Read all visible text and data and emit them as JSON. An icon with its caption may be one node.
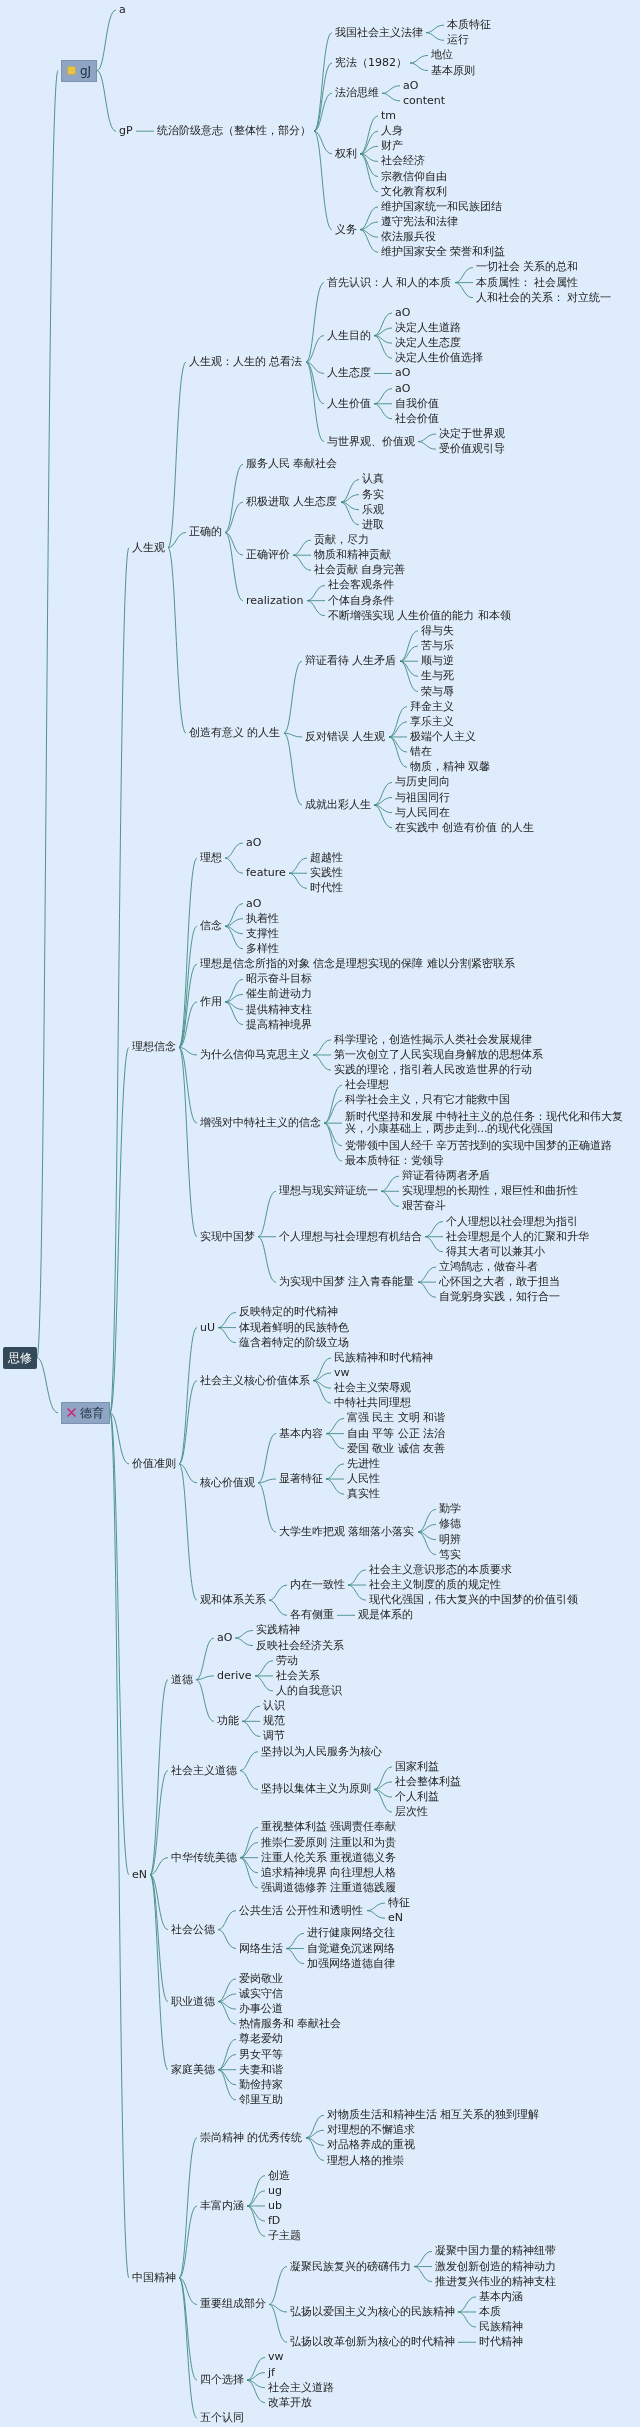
{
  "diagram": {
    "nodes": [
      {
        "text": [
          "思修"
        ]
      },
      {
        "text": [
          "gJ"
        ]
      },
      {
        "text": [
          "a"
        ]
      },
      {
        "text": [
          "gP"
        ]
      },
      {
        "text": [
          "统治阶级意志（整体性，部分）"
        ]
      },
      {
        "text": [
          "我国社会主义法律"
        ]
      },
      {
        "text": [
          "本质特征"
        ]
      },
      {
        "text": [
          "运行"
        ]
      },
      {
        "text": [
          "宪法（1982）"
        ]
      },
      {
        "text": [
          "地位"
        ]
      },
      {
        "text": [
          "基本原则"
        ]
      },
      {
        "text": [
          "法治思维"
        ]
      },
      {
        "text": [
          "aO"
        ]
      },
      {
        "text": [
          "content"
        ]
      },
      {
        "text": [
          "权利"
        ]
      },
      {
        "text": [
          "tm"
        ]
      },
      {
        "text": [
          "人身"
        ]
      },
      {
        "text": [
          "财产"
        ]
      },
      {
        "text": [
          "社会经济"
        ]
      },
      {
        "text": [
          "宗教信仰自由"
        ]
      },
      {
        "text": [
          "文化教育权利"
        ]
      },
      {
        "text": [
          "义务"
        ]
      },
      {
        "text": [
          "维护国家统一和民族团结"
        ]
      },
      {
        "text": [
          "遵守宪法和法律"
        ]
      },
      {
        "text": [
          "依法服兵役"
        ]
      },
      {
        "text": [
          "维护国家安全 荣誉和利益"
        ]
      },
      {
        "text": [
          "德育"
        ]
      },
      {
        "text": [
          "人生观"
        ]
      },
      {
        "text": [
          "人生观：人生的 总看法"
        ]
      },
      {
        "text": [
          "首先认识：人 和人的本质"
        ]
      },
      {
        "text": [
          "一切社会 关系的总和"
        ]
      },
      {
        "text": [
          "本质属性： 社会属性"
        ]
      },
      {
        "text": [
          "人和社会的关系： 对立统一"
        ]
      },
      {
        "text": [
          "人生目的"
        ]
      },
      {
        "text": [
          "aO"
        ]
      },
      {
        "text": [
          "决定人生道路"
        ]
      },
      {
        "text": [
          "决定人生态度"
        ]
      },
      {
        "text": [
          "决定人生价值选择"
        ]
      },
      {
        "text": [
          "人生态度"
        ]
      },
      {
        "text": [
          "aO"
        ]
      },
      {
        "text": [
          "人生价值"
        ]
      },
      {
        "text": [
          "aO"
        ]
      },
      {
        "text": [
          "自我价值"
        ]
      },
      {
        "text": [
          "社会价值"
        ]
      },
      {
        "text": [
          "与世界观、价值观"
        ]
      },
      {
        "text": [
          "决定于世界观"
        ]
      },
      {
        "text": [
          "受价值观引导"
        ]
      },
      {
        "text": [
          "正确的"
        ]
      },
      {
        "text": [
          "服务人民 奉献社会"
        ]
      },
      {
        "text": [
          "积极进取 人生态度"
        ]
      },
      {
        "text": [
          "认真"
        ]
      },
      {
        "text": [
          "务实"
        ]
      },
      {
        "text": [
          "乐观"
        ]
      },
      {
        "text": [
          "进取"
        ]
      },
      {
        "text": [
          "正确评价"
        ]
      },
      {
        "text": [
          "贡献，尽力"
        ]
      },
      {
        "text": [
          "物质和精神贡献"
        ]
      },
      {
        "text": [
          "社会贡献 自身完善"
        ]
      },
      {
        "text": [
          "realization"
        ]
      },
      {
        "text": [
          "社会客观条件"
        ]
      },
      {
        "text": [
          "个体自身条件"
        ]
      },
      {
        "text": [
          "不断增强实现 人生价值的能力 和本领"
        ]
      },
      {
        "text": [
          "创造有意义 的人生"
        ]
      },
      {
        "text": [
          "辩证看待 人生矛盾"
        ]
      },
      {
        "text": [
          "得与失"
        ]
      },
      {
        "text": [
          "苦与乐"
        ]
      },
      {
        "text": [
          "顺与逆"
        ]
      },
      {
        "text": [
          "生与死"
        ]
      },
      {
        "text": [
          "荣与辱"
        ]
      },
      {
        "text": [
          "反对错误 人生观"
        ]
      },
      {
        "text": [
          "拜金主义"
        ]
      },
      {
        "text": [
          "享乐主义"
        ]
      },
      {
        "text": [
          "极端个人主义"
        ]
      },
      {
        "text": [
          "错在"
        ]
      },
      {
        "text": [
          "物质，精神 双馨"
        ]
      },
      {
        "text": [
          "成就出彩人生"
        ]
      },
      {
        "text": [
          "与历史同向"
        ]
      },
      {
        "text": [
          "与祖国同行"
        ]
      },
      {
        "text": [
          "与人民同在"
        ]
      },
      {
        "text": [
          "在实践中 创造有价值 的人生"
        ]
      },
      {
        "text": [
          "理想信念"
        ]
      },
      {
        "text": [
          "理想"
        ]
      },
      {
        "text": [
          "aO"
        ]
      },
      {
        "text": [
          "feature"
        ]
      },
      {
        "text": [
          "超越性"
        ]
      },
      {
        "text": [
          "实践性"
        ]
      },
      {
        "text": [
          "时代性"
        ]
      },
      {
        "text": [
          "信念"
        ]
      },
      {
        "text": [
          "aO"
        ]
      },
      {
        "text": [
          "执着性"
        ]
      },
      {
        "text": [
          "支撑性"
        ]
      },
      {
        "text": [
          "多样性"
        ]
      },
      {
        "text": [
          "理想是信念所指的对象 信念是理想实现的保障 难以分割紧密联系"
        ]
      },
      {
        "text": [
          "作用"
        ]
      },
      {
        "text": [
          "昭示奋斗目标"
        ]
      },
      {
        "text": [
          "催生前进动力"
        ]
      },
      {
        "text": [
          "提供精神支柱"
        ]
      },
      {
        "text": [
          "提高精神境界"
        ]
      },
      {
        "text": [
          "为什么信仰马克思主义"
        ]
      },
      {
        "text": [
          "科学理论，创造性揭示人类社会发展规律"
        ]
      },
      {
        "text": [
          "第一次创立了人民实现自身解放的思想体系"
        ]
      },
      {
        "text": [
          "实践的理论，指引着人民改造世界的行动"
        ]
      },
      {
        "text": [
          "增强对中特社主义的信念"
        ]
      },
      {
        "text": [
          "社会理想"
        ]
      },
      {
        "text": [
          "科学社会主义，只有它才能救中国"
        ]
      },
      {
        "text": [
          "新时代坚持和发展 中特社主义的总任务：现代化和伟大复兴，小康基础上，两步走到...的现代化强国"
        ]
      },
      {
        "text": [
          "党带领中国人经千 辛万苦找到的实现中国梦的正确道路"
        ]
      },
      {
        "text": [
          "最本质特征：党领导"
        ]
      },
      {
        "text": [
          "实现中国梦"
        ]
      },
      {
        "text": [
          "理想与现实辩证统一"
        ]
      },
      {
        "text": [
          "辩证看待两者矛盾"
        ]
      },
      {
        "text": [
          "实现理想的长期性，艰巨性和曲折性"
        ]
      },
      {
        "text": [
          "艰苦奋斗"
        ]
      },
      {
        "text": [
          "个人理想与社会理想有机结合"
        ]
      },
      {
        "text": [
          "个人理想以社会理想为指引"
        ]
      },
      {
        "text": [
          "社会理想是个人的汇聚和升华"
        ]
      },
      {
        "text": [
          "得其大者可以兼其小"
        ]
      },
      {
        "text": [
          "为实现中国梦 注入青春能量"
        ]
      },
      {
        "text": [
          "立鸿鹄志，做奋斗者"
        ]
      },
      {
        "text": [
          "心怀国之大者，敢于担当"
        ]
      },
      {
        "text": [
          "自觉躬身实践，知行合一"
        ]
      },
      {
        "text": [
          "价值准则"
        ]
      },
      {
        "text": [
          "uU"
        ]
      },
      {
        "text": [
          "反映特定的时代精神"
        ]
      },
      {
        "text": [
          "体现着鲜明的民族特色"
        ]
      },
      {
        "text": [
          "蕴含着特定的阶级立场"
        ]
      },
      {
        "text": [
          "社会主义核心价值体系"
        ]
      },
      {
        "text": [
          "民族精神和时代精神"
        ]
      },
      {
        "text": [
          "vw"
        ]
      },
      {
        "text": [
          "社会主义荣辱观"
        ]
      },
      {
        "text": [
          "中特社共同理想"
        ]
      },
      {
        "text": [
          "核心价值观"
        ]
      },
      {
        "text": [
          "基本内容"
        ]
      },
      {
        "text": [
          "富强 民主 文明 和谐"
        ]
      },
      {
        "text": [
          "自由 平等 公正 法治"
        ]
      },
      {
        "text": [
          "爱国 敬业 诚信 友善"
        ]
      },
      {
        "text": [
          "显著特征"
        ]
      },
      {
        "text": [
          "先进性"
        ]
      },
      {
        "text": [
          "人民性"
        ]
      },
      {
        "text": [
          "真实性"
        ]
      },
      {
        "text": [
          "大学生咋把观 落细落小落实"
        ]
      },
      {
        "text": [
          "勤学"
        ]
      },
      {
        "text": [
          "修德"
        ]
      },
      {
        "text": [
          "明辨"
        ]
      },
      {
        "text": [
          "笃实"
        ]
      },
      {
        "text": [
          "观和体系关系"
        ]
      },
      {
        "text": [
          "内在一致性"
        ]
      },
      {
        "text": [
          "社会主义意识形态的本质要求"
        ]
      },
      {
        "text": [
          "社会主义制度的质的规定性"
        ]
      },
      {
        "text": [
          "现代化强国，伟大复兴的中国梦的价值引领"
        ]
      },
      {
        "text": [
          "各有侧重"
        ]
      },
      {
        "text": [
          "观是体系的"
        ]
      },
      {
        "text": [
          "eN"
        ]
      },
      {
        "text": [
          "道德"
        ]
      },
      {
        "text": [
          "aO"
        ]
      },
      {
        "text": [
          "实践精神"
        ]
      },
      {
        "text": [
          "反映社会经济关系"
        ]
      },
      {
        "text": [
          "derive"
        ]
      },
      {
        "text": [
          "劳动"
        ]
      },
      {
        "text": [
          "社会关系"
        ]
      },
      {
        "text": [
          "人的自我意识"
        ]
      },
      {
        "text": [
          "功能"
        ]
      },
      {
        "text": [
          "认识"
        ]
      },
      {
        "text": [
          "规范"
        ]
      },
      {
        "text": [
          "调节"
        ]
      },
      {
        "text": [
          "社会主义道德"
        ]
      },
      {
        "text": [
          "坚持以为人民服务为核心"
        ]
      },
      {
        "text": [
          "坚持以集体主义为原则"
        ]
      },
      {
        "text": [
          "国家利益"
        ]
      },
      {
        "text": [
          "社会整体利益"
        ]
      },
      {
        "text": [
          "个人利益"
        ]
      },
      {
        "text": [
          "层次性"
        ]
      },
      {
        "text": [
          "中华传统美德"
        ]
      },
      {
        "text": [
          "重视整体利益 强调责任奉献"
        ]
      },
      {
        "text": [
          "推崇仁爱原则 注重以和为贵"
        ]
      },
      {
        "text": [
          "注重人伦关系 重视道德义务"
        ]
      },
      {
        "text": [
          "追求精神境界 向往理想人格"
        ]
      },
      {
        "text": [
          "强调道德修养 注重道德践履"
        ]
      },
      {
        "text": [
          "社会公德"
        ]
      },
      {
        "text": [
          "公共生活 公开性和透明性"
        ]
      },
      {
        "text": [
          "特征"
        ]
      },
      {
        "text": [
          "eN"
        ]
      },
      {
        "text": [
          "网络生活"
        ]
      },
      {
        "text": [
          "进行健康网络交往"
        ]
      },
      {
        "text": [
          "自觉避免沉迷网络"
        ]
      },
      {
        "text": [
          "加强网络道德自律"
        ]
      },
      {
        "text": [
          "职业道德"
        ]
      },
      {
        "text": [
          "爱岗敬业"
        ]
      },
      {
        "text": [
          "诚实守信"
        ]
      },
      {
        "text": [
          "办事公道"
        ]
      },
      {
        "text": [
          "热情服务和 奉献社会"
        ]
      },
      {
        "text": [
          "家庭美德"
        ]
      },
      {
        "text": [
          "尊老爱幼"
        ]
      },
      {
        "text": [
          "男女平等"
        ]
      },
      {
        "text": [
          "夫妻和谐"
        ]
      },
      {
        "text": [
          "勤俭持家"
        ]
      },
      {
        "text": [
          "邻里互助"
        ]
      },
      {
        "text": [
          "中国精神"
        ]
      },
      {
        "text": [
          "崇尚精神 的优秀传统"
        ]
      },
      {
        "text": [
          "对物质生活和精神生活 相互关系的独到理解"
        ]
      },
      {
        "text": [
          "对理想的不懈追求"
        ]
      },
      {
        "text": [
          "对品格养成的重视"
        ]
      },
      {
        "text": [
          "理想人格的推崇"
        ]
      },
      {
        "text": [
          "丰富内涵"
        ]
      },
      {
        "text": [
          "创造"
        ]
      },
      {
        "text": [
          "ug"
        ]
      },
      {
        "text": [
          "ub"
        ]
      },
      {
        "text": [
          "fD"
        ]
      },
      {
        "text": [
          "子主题"
        ]
      },
      {
        "text": [
          "重要组成部分"
        ]
      },
      {
        "text": [
          "凝聚民族复兴的磅礴伟力"
        ]
      },
      {
        "text": [
          "凝聚中国力量的精神纽带"
        ]
      },
      {
        "text": [
          "激发创新创造的精神动力"
        ]
      },
      {
        "text": [
          "推进复兴伟业的精神支柱"
        ]
      },
      {
        "text": [
          "弘扬以爱国主义为核心的民族精神"
        ]
      },
      {
        "text": [
          "基本内涵"
        ]
      },
      {
        "text": [
          "本质"
        ]
      },
      {
        "text": [
          "民族精神"
        ]
      },
      {
        "text": [
          "弘扬以改革创新为核心的时代精神"
        ]
      },
      {
        "text": [
          "时代精神"
        ]
      },
      {
        "text": [
          "四个选择"
        ]
      },
      {
        "text": [
          "vw"
        ]
      },
      {
        "text": [
          "jf"
        ]
      },
      {
        "text": [
          "社会主义道路"
        ]
      },
      {
        "text": [
          "改革开放"
        ]
      },
      {
        "text": [
          "五个认同"
        ]
      }
    ],
    "edges": [
      {
        "from": 0,
        "to": 1,
        "arrow": "none"
      },
      {
        "from": 1,
        "to": 2,
        "arrow": "none"
      },
      {
        "from": 1,
        "to": 3,
        "arrow": "none"
      },
      {
        "from": 3,
        "to": 4,
        "arrow": "none"
      },
      {
        "from": 4,
        "to": 5,
        "arrow": "none"
      },
      {
        "from": 5,
        "to": 6,
        "arrow": "none"
      },
      {
        "from": 5,
        "to": 7,
        "arrow": "none"
      },
      {
        "from": 4,
        "to": 8,
        "arrow": "none"
      },
      {
        "from": 8,
        "to": 9,
        "arrow": "none"
      },
      {
        "from": 8,
        "to": 10,
        "arrow": "none"
      },
      {
        "from": 4,
        "to": 11,
        "arrow": "none"
      },
      {
        "from": 11,
        "to": 12,
        "arrow": "none"
      },
      {
        "from": 11,
        "to": 13,
        "arrow": "none"
      },
      {
        "from": 4,
        "to": 14,
        "arrow": "none"
      },
      {
        "from": 14,
        "to": 15,
        "arrow": "none"
      },
      {
        "from": 14,
        "to": 16,
        "arrow": "none"
      },
      {
        "from": 14,
        "to": 17,
        "arrow": "none"
      },
      {
        "from": 14,
        "to": 18,
        "arrow": "none"
      },
      {
        "from": 14,
        "to": 19,
        "arrow": "none"
      },
      {
        "from": 14,
        "to": 20,
        "arrow": "none"
      },
      {
        "from": 4,
        "to": 21,
        "arrow": "none"
      },
      {
        "from": 21,
        "to": 22,
        "arrow": "none"
      },
      {
        "from": 21,
        "to": 23,
        "arrow": "none"
      },
      {
        "from": 21,
        "to": 24,
        "arrow": "none"
      },
      {
        "from": 21,
        "to": 25,
        "arrow": "none"
      },
      {
        "from": 0,
        "to": 26,
        "arrow": "none"
      },
      {
        "from": 26,
        "to": 27,
        "arrow": "none"
      },
      {
        "from": 27,
        "to": 28,
        "arrow": "none"
      },
      {
        "from": 28,
        "to": 29,
        "arrow": "none"
      },
      {
        "from": 29,
        "to": 30,
        "arrow": "none"
      },
      {
        "from": 29,
        "to": 31,
        "arrow": "none"
      },
      {
        "from": 29,
        "to": 32,
        "arrow": "none"
      },
      {
        "from": 28,
        "to": 33,
        "arrow": "none"
      },
      {
        "from": 33,
        "to": 34,
        "arrow": "none"
      },
      {
        "from": 33,
        "to": 35,
        "arrow": "none"
      },
      {
        "from": 33,
        "to": 36,
        "arrow": "none"
      },
      {
        "from": 33,
        "to": 37,
        "arrow": "none"
      },
      {
        "from": 28,
        "to": 38,
        "arrow": "none"
      },
      {
        "from": 38,
        "to": 39,
        "arrow": "none"
      },
      {
        "from": 28,
        "to": 40,
        "arrow": "none"
      },
      {
        "from": 40,
        "to": 41,
        "arrow": "none"
      },
      {
        "from": 40,
        "to": 42,
        "arrow": "none"
      },
      {
        "from": 40,
        "to": 43,
        "arrow": "none"
      },
      {
        "from": 28,
        "to": 44,
        "arrow": "none"
      },
      {
        "from": 44,
        "to": 45,
        "arrow": "none"
      },
      {
        "from": 44,
        "to": 46,
        "arrow": "none"
      },
      {
        "from": 27,
        "to": 47,
        "arrow": "none"
      },
      {
        "from": 47,
        "to": 48,
        "arrow": "none"
      },
      {
        "from": 47,
        "to": 49,
        "arrow": "none"
      },
      {
        "from": 49,
        "to": 50,
        "arrow": "none"
      },
      {
        "from": 49,
        "to": 51,
        "arrow": "none"
      },
      {
        "from": 49,
        "to": 52,
        "arrow": "none"
      },
      {
        "from": 49,
        "to": 53,
        "arrow": "none"
      },
      {
        "from": 47,
        "to": 54,
        "arrow": "none"
      },
      {
        "from": 54,
        "to": 55,
        "arrow": "none"
      },
      {
        "from": 54,
        "to": 56,
        "arrow": "none"
      },
      {
        "from": 54,
        "to": 57,
        "arrow": "none"
      },
      {
        "from": 47,
        "to": 58,
        "arrow": "none"
      },
      {
        "from": 58,
        "to": 59,
        "arrow": "none"
      },
      {
        "from": 58,
        "to": 60,
        "arrow": "none"
      },
      {
        "from": 58,
        "to": 61,
        "arrow": "none"
      },
      {
        "from": 27,
        "to": 62,
        "arrow": "none"
      },
      {
        "from": 62,
        "to": 63,
        "arrow": "none"
      },
      {
        "from": 63,
        "to": 64,
        "arrow": "none"
      },
      {
        "from": 63,
        "to": 65,
        "arrow": "none"
      },
      {
        "from": 63,
        "to": 66,
        "arrow": "none"
      },
      {
        "from": 63,
        "to": 67,
        "arrow": "none"
      },
      {
        "from": 63,
        "to": 68,
        "arrow": "none"
      },
      {
        "from": 62,
        "to": 69,
        "arrow": "none"
      },
      {
        "from": 69,
        "to": 70,
        "arrow": "none"
      },
      {
        "from": 69,
        "to": 71,
        "arrow": "none"
      },
      {
        "from": 69,
        "to": 72,
        "arrow": "none"
      },
      {
        "from": 69,
        "to": 73,
        "arrow": "none"
      },
      {
        "from": 69,
        "to": 74,
        "arrow": "none"
      },
      {
        "from": 62,
        "to": 75,
        "arrow": "none"
      },
      {
        "from": 75,
        "to": 76,
        "arrow": "none"
      },
      {
        "from": 75,
        "to": 77,
        "arrow": "none"
      },
      {
        "from": 75,
        "to": 78,
        "arrow": "none"
      },
      {
        "from": 75,
        "to": 79,
        "arrow": "none"
      },
      {
        "from": 26,
        "to": 80,
        "arrow": "none"
      },
      {
        "from": 80,
        "to": 81,
        "arrow": "none"
      },
      {
        "from": 81,
        "to": 82,
        "arrow": "none"
      },
      {
        "from": 81,
        "to": 83,
        "arrow": "none"
      },
      {
        "from": 83,
        "to": 84,
        "arrow": "none"
      },
      {
        "from": 83,
        "to": 85,
        "arrow": "none"
      },
      {
        "from": 83,
        "to": 86,
        "arrow": "none"
      },
      {
        "from": 80,
        "to": 87,
        "arrow": "none"
      },
      {
        "from": 87,
        "to": 88,
        "arrow": "none"
      },
      {
        "from": 87,
        "to": 89,
        "arrow": "none"
      },
      {
        "from": 87,
        "to": 90,
        "arrow": "none"
      },
      {
        "from": 87,
        "to": 91,
        "arrow": "none"
      },
      {
        "from": 80,
        "to": 92,
        "arrow": "none"
      },
      {
        "from": 80,
        "to": 93,
        "arrow": "none"
      },
      {
        "from": 93,
        "to": 94,
        "arrow": "none"
      },
      {
        "from": 93,
        "to": 95,
        "arrow": "none"
      },
      {
        "from": 93,
        "to": 96,
        "arrow": "none"
      },
      {
        "from": 93,
        "to": 97,
        "arrow": "none"
      },
      {
        "from": 80,
        "to": 98,
        "arrow": "none"
      },
      {
        "from": 98,
        "to": 99,
        "arrow": "none"
      },
      {
        "from": 98,
        "to": 100,
        "arrow": "none"
      },
      {
        "from": 98,
        "to": 101,
        "arrow": "none"
      },
      {
        "from": 80,
        "to": 102,
        "arrow": "none"
      },
      {
        "from": 102,
        "to": 103,
        "arrow": "none"
      },
      {
        "from": 102,
        "to": 104,
        "arrow": "none"
      },
      {
        "from": 102,
        "to": 105,
        "arrow": "none"
      },
      {
        "from": 102,
        "to": 106,
        "arrow": "none"
      },
      {
        "from": 102,
        "to": 107,
        "arrow": "none"
      },
      {
        "from": 80,
        "to": 108,
        "arrow": "none"
      },
      {
        "from": 108,
        "to": 109,
        "arrow": "none"
      },
      {
        "from": 109,
        "to": 110,
        "arrow": "none"
      },
      {
        "from": 109,
        "to": 111,
        "arrow": "none"
      },
      {
        "from": 109,
        "to": 112,
        "arrow": "none"
      },
      {
        "from": 108,
        "to": 113,
        "arrow": "none"
      },
      {
        "from": 113,
        "to": 114,
        "arrow": "none"
      },
      {
        "from": 113,
        "to": 115,
        "arrow": "none"
      },
      {
        "from": 113,
        "to": 116,
        "arrow": "none"
      },
      {
        "from": 108,
        "to": 117,
        "arrow": "none"
      },
      {
        "from": 117,
        "to": 118,
        "arrow": "none"
      },
      {
        "from": 117,
        "to": 119,
        "arrow": "none"
      },
      {
        "from": 117,
        "to": 120,
        "arrow": "none"
      },
      {
        "from": 26,
        "to": 121,
        "arrow": "none"
      },
      {
        "from": 121,
        "to": 122,
        "arrow": "none"
      },
      {
        "from": 122,
        "to": 123,
        "arrow": "none"
      },
      {
        "from": 122,
        "to": 124,
        "arrow": "none"
      },
      {
        "from": 122,
        "to": 125,
        "arrow": "none"
      },
      {
        "from": 121,
        "to": 126,
        "arrow": "none"
      },
      {
        "from": 126,
        "to": 127,
        "arrow": "none"
      },
      {
        "from": 126,
        "to": 128,
        "arrow": "none"
      },
      {
        "from": 126,
        "to": 129,
        "arrow": "none"
      },
      {
        "from": 126,
        "to": 130,
        "arrow": "none"
      },
      {
        "from": 121,
        "to": 131,
        "arrow": "none"
      },
      {
        "from": 131,
        "to": 132,
        "arrow": "none"
      },
      {
        "from": 132,
        "to": 133,
        "arrow": "none"
      },
      {
        "from": 132,
        "to": 134,
        "arrow": "none"
      },
      {
        "from": 132,
        "to": 135,
        "arrow": "none"
      },
      {
        "from": 131,
        "to": 136,
        "arrow": "none"
      },
      {
        "from": 136,
        "to": 137,
        "arrow": "none"
      },
      {
        "from": 136,
        "to": 138,
        "arrow": "none"
      },
      {
        "from": 136,
        "to": 139,
        "arrow": "none"
      },
      {
        "from": 131,
        "to": 140,
        "arrow": "none"
      },
      {
        "from": 140,
        "to": 141,
        "arrow": "none"
      },
      {
        "from": 140,
        "to": 142,
        "arrow": "none"
      },
      {
        "from": 140,
        "to": 143,
        "arrow": "none"
      },
      {
        "from": 140,
        "to": 144,
        "arrow": "none"
      },
      {
        "from": 121,
        "to": 145,
        "arrow": "none"
      },
      {
        "from": 145,
        "to": 146,
        "arrow": "none"
      },
      {
        "from": 146,
        "to": 147,
        "arrow": "none"
      },
      {
        "from": 146,
        "to": 148,
        "arrow": "none"
      },
      {
        "from": 146,
        "to": 149,
        "arrow": "none"
      },
      {
        "from": 145,
        "to": 150,
        "arrow": "none"
      },
      {
        "from": 150,
        "to": 151,
        "arrow": "none"
      },
      {
        "from": 26,
        "to": 152,
        "arrow": "none"
      },
      {
        "from": 152,
        "to": 153,
        "arrow": "none"
      },
      {
        "from": 153,
        "to": 154,
        "arrow": "none"
      },
      {
        "from": 154,
        "to": 155,
        "arrow": "none"
      },
      {
        "from": 154,
        "to": 156,
        "arrow": "none"
      },
      {
        "from": 153,
        "to": 157,
        "arrow": "none"
      },
      {
        "from": 157,
        "to": 158,
        "arrow": "none"
      },
      {
        "from": 157,
        "to": 159,
        "arrow": "none"
      },
      {
        "from": 157,
        "to": 160,
        "arrow": "none"
      },
      {
        "from": 153,
        "to": 161,
        "arrow": "none"
      },
      {
        "from": 161,
        "to": 162,
        "arrow": "none"
      },
      {
        "from": 161,
        "to": 163,
        "arrow": "none"
      },
      {
        "from": 161,
        "to": 164,
        "arrow": "none"
      },
      {
        "from": 152,
        "to": 165,
        "arrow": "none"
      },
      {
        "from": 165,
        "to": 166,
        "arrow": "none"
      },
      {
        "from": 165,
        "to": 167,
        "arrow": "none"
      },
      {
        "from": 167,
        "to": 168,
        "arrow": "none"
      },
      {
        "from": 167,
        "to": 169,
        "arrow": "none"
      },
      {
        "from": 167,
        "to": 170,
        "arrow": "none"
      },
      {
        "from": 167,
        "to": 171,
        "arrow": "none"
      },
      {
        "from": 152,
        "to": 172,
        "arrow": "none"
      },
      {
        "from": 172,
        "to": 173,
        "arrow": "none"
      },
      {
        "from": 172,
        "to": 174,
        "arrow": "none"
      },
      {
        "from": 172,
        "to": 175,
        "arrow": "none"
      },
      {
        "from": 172,
        "to": 176,
        "arrow": "none"
      },
      {
        "from": 172,
        "to": 177,
        "arrow": "none"
      },
      {
        "from": 152,
        "to": 178,
        "arrow": "none"
      },
      {
        "from": 178,
        "to": 179,
        "arrow": "none"
      },
      {
        "from": 179,
        "to": 180,
        "arrow": "none"
      },
      {
        "from": 179,
        "to": 181,
        "arrow": "none"
      },
      {
        "from": 178,
        "to": 182,
        "arrow": "none"
      },
      {
        "from": 182,
        "to": 183,
        "arrow": "none"
      },
      {
        "from": 182,
        "to": 184,
        "arrow": "none"
      },
      {
        "from": 182,
        "to": 185,
        "arrow": "none"
      },
      {
        "from": 152,
        "to": 186,
        "arrow": "none"
      },
      {
        "from": 186,
        "to": 187,
        "arrow": "none"
      },
      {
        "from": 186,
        "to": 188,
        "arrow": "none"
      },
      {
        "from": 186,
        "to": 189,
        "arrow": "none"
      },
      {
        "from": 186,
        "to": 190,
        "arrow": "none"
      },
      {
        "from": 152,
        "to": 191,
        "arrow": "none"
      },
      {
        "from": 191,
        "to": 192,
        "arrow": "none"
      },
      {
        "from": 191,
        "to": 193,
        "arrow": "none"
      },
      {
        "from": 191,
        "to": 194,
        "arrow": "none"
      },
      {
        "from": 191,
        "to": 195,
        "arrow": "none"
      },
      {
        "from": 191,
        "to": 196,
        "arrow": "none"
      },
      {
        "from": 26,
        "to": 197,
        "arrow": "none"
      },
      {
        "from": 197,
        "to": 198,
        "arrow": "none"
      },
      {
        "from": 198,
        "to": 199,
        "arrow": "none"
      },
      {
        "from": 198,
        "to": 200,
        "arrow": "none"
      },
      {
        "from": 198,
        "to": 201,
        "arrow": "none"
      },
      {
        "from": 198,
        "to": 202,
        "arrow": "none"
      },
      {
        "from": 197,
        "to": 203,
        "arrow": "none"
      },
      {
        "from": 203,
        "to": 204,
        "arrow": "none"
      },
      {
        "from": 203,
        "to": 205,
        "arrow": "none"
      },
      {
        "from": 203,
        "to": 206,
        "arrow": "none"
      },
      {
        "from": 203,
        "to": 207,
        "arrow": "none"
      },
      {
        "from": 203,
        "to": 208,
        "arrow": "none"
      },
      {
        "from": 197,
        "to": 209,
        "arrow": "none"
      },
      {
        "from": 209,
        "to": 210,
        "arrow": "none"
      },
      {
        "from": 210,
        "to": 211,
        "arrow": "none"
      },
      {
        "from": 210,
        "to": 212,
        "arrow": "none"
      },
      {
        "from": 210,
        "to": 213,
        "arrow": "none"
      },
      {
        "from": 209,
        "to": 214,
        "arrow": "none"
      },
      {
        "from": 214,
        "to": 215,
        "arrow": "none"
      },
      {
        "from": 214,
        "to": 216,
        "arrow": "none"
      },
      {
        "from": 214,
        "to": 217,
        "arrow": "none"
      },
      {
        "from": 209,
        "to": 218,
        "arrow": "none"
      },
      {
        "from": 218,
        "to": 219,
        "arrow": "none"
      },
      {
        "from": 197,
        "to": 220,
        "arrow": "none"
      },
      {
        "from": 220,
        "to": 221,
        "arrow": "none"
      },
      {
        "from": 220,
        "to": 222,
        "arrow": "none"
      },
      {
        "from": 220,
        "to": 223,
        "arrow": "none"
      },
      {
        "from": 220,
        "to": 224,
        "arrow": "none"
      },
      {
        "from": 197,
        "to": 225,
        "arrow": "none"
      }
    ]
  }
}
